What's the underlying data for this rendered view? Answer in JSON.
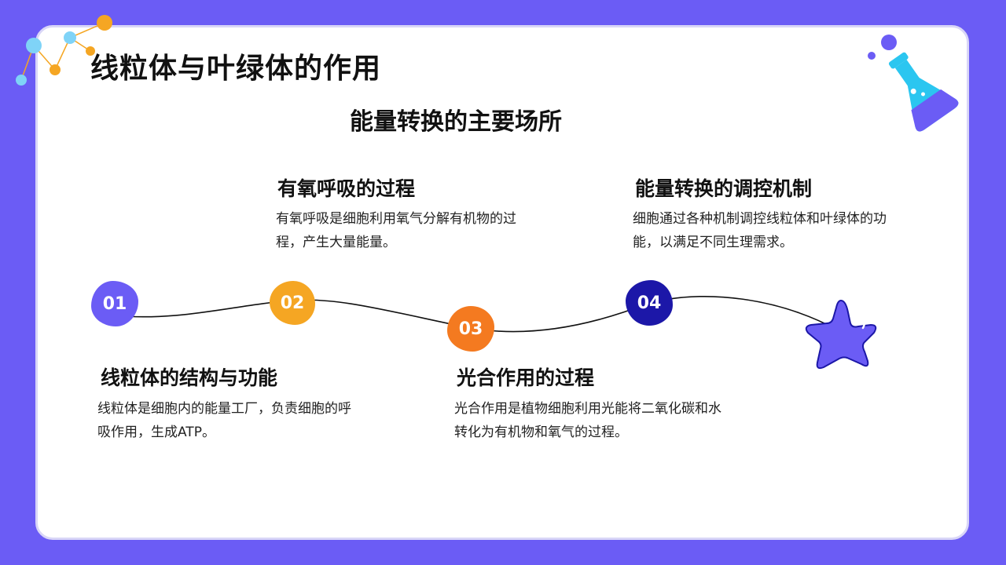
{
  "slide": {
    "title": "线粒体与叶绿体的作用",
    "subtitle": "能量转换的主要场所"
  },
  "steps": [
    {
      "number": "01",
      "heading": "线粒体的结构与功能",
      "text": "线粒体是细胞内的能量工厂，负责细胞的呼吸作用，生成ATP。",
      "color": "#6b5cf5"
    },
    {
      "number": "02",
      "heading": "有氧呼吸的过程",
      "text": "有氧呼吸是细胞利用氧气分解有机物的过程，产生大量能量。",
      "color": "#f5a623"
    },
    {
      "number": "03",
      "heading": "光合作用的过程",
      "text": "光合作用是植物细胞利用光能将二氧化碳和水转化为有机物和氧气的过程。",
      "color": "#f47a20"
    },
    {
      "number": "04",
      "heading": "能量转换的调控机制",
      "text": "细胞通过各种机制调控线粒体和叶绿体的功能，以满足不同生理需求。",
      "color": "#1c17a8"
    }
  ],
  "decorations": {
    "molecule_icon": "molecule-icon",
    "flask_icon": "flask-icon",
    "star_icon": "star-icon"
  }
}
